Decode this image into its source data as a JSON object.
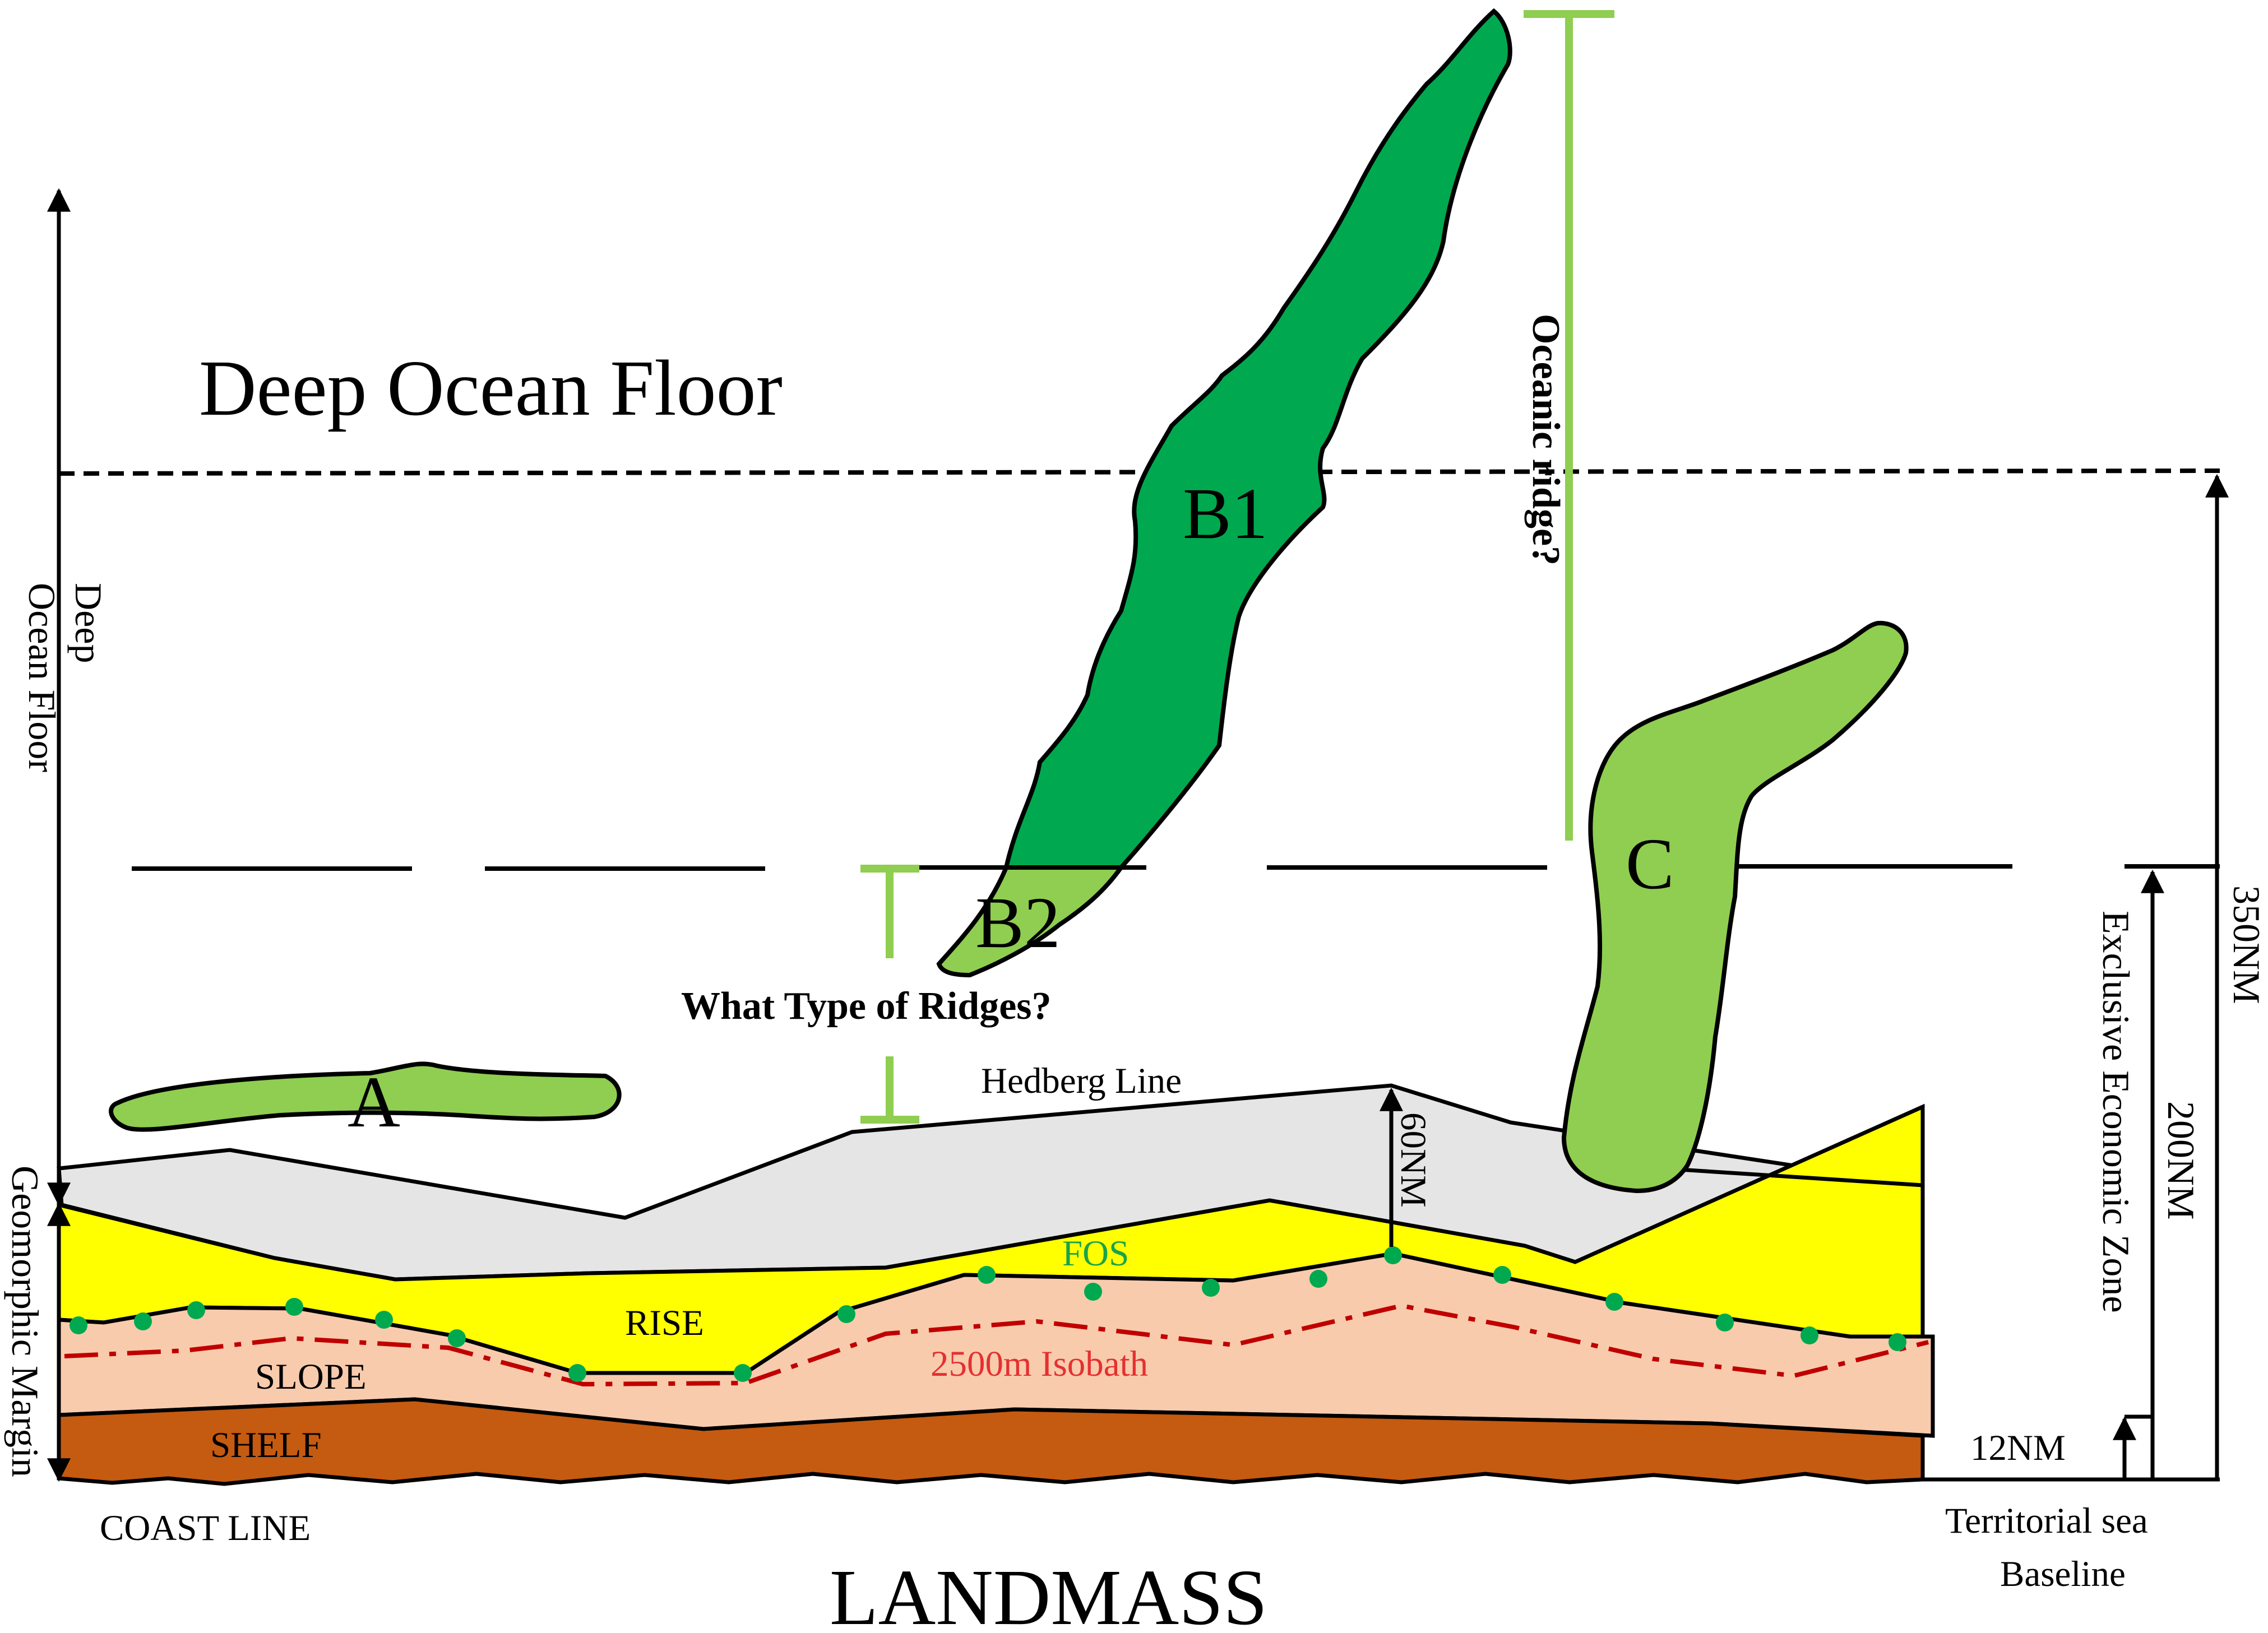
{
  "diagram": {
    "title_top": "Deep Ocean Floor",
    "title_bottom": "LANDMASS",
    "left_axis": {
      "upper_line1": "Deep",
      "upper_line2": "Ocean Floor",
      "lower": "Geomorphic Margin"
    },
    "features": {
      "a": "A",
      "b1": "B1",
      "b2": "B2",
      "c": "C"
    },
    "question": "What Type of Ridges?",
    "oceanic_ridge": "Oceanic ridge?",
    "hedberg": "Hedberg Line",
    "nm60": "60NM",
    "fos": "FOS",
    "isobath": "2500m Isobath",
    "zones": {
      "rise": "RISE",
      "slope": "SLOPE",
      "shelf": "SHELF"
    },
    "coast": "COAST LINE",
    "right_axis": {
      "nm350": "350NM",
      "nm200": "200NM",
      "eez": "Exclusive Economic Zone",
      "nm12": "12NM",
      "baseline_line1": "Territorial sea",
      "baseline_line2": "Baseline"
    },
    "colors": {
      "dark_green": "#00a94f",
      "light_green": "#8fce50",
      "ridge_marker": "#8fce50",
      "rise_yellow": "#ffff00",
      "slope_peach": "#f8cbad",
      "shelf_brown": "#c55a11",
      "hedberg_grey": "#e5e5e5",
      "fos_dots": "#00a94f",
      "isobath_red": "#c00000",
      "fos_text": "#1aa34a"
    }
  }
}
